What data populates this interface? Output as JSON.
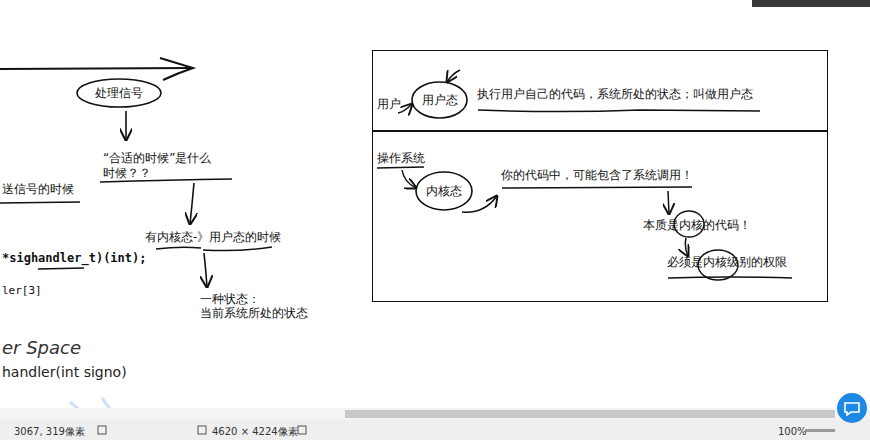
{
  "diagram": {
    "nodes": [
      {
        "text": [
          "处理信号"
        ]
      },
      {
        "text": [
          "用户",
          "执行用户自己的代码，系统所处的状态；叫做用户态"
        ]
      },
      {
        "text": [
          "用户态"
        ],
        "in": 1
      },
      {
        "text": [
          "操作系统",
          "你的代码中，可能包含了系统调用！",
          "本质是内核的代码！",
          "必须是内核级别的权限"
        ]
      },
      {
        "text": [
          "内核态"
        ],
        "in": 3
      }
    ],
    "labels": [
      "“合适的时候”是什么",
      "时候？？",
      "送信号的时候",
      "*sighandler_t)(int);",
      "有内核态-》用户态的时候",
      "ler[3]",
      "一种状态：",
      "当前系统所处的状态",
      "er Space",
      "handler(int signo)",
      "3067, 319像素",
      "4620 × 4224像素",
      "100%"
    ]
  }
}
